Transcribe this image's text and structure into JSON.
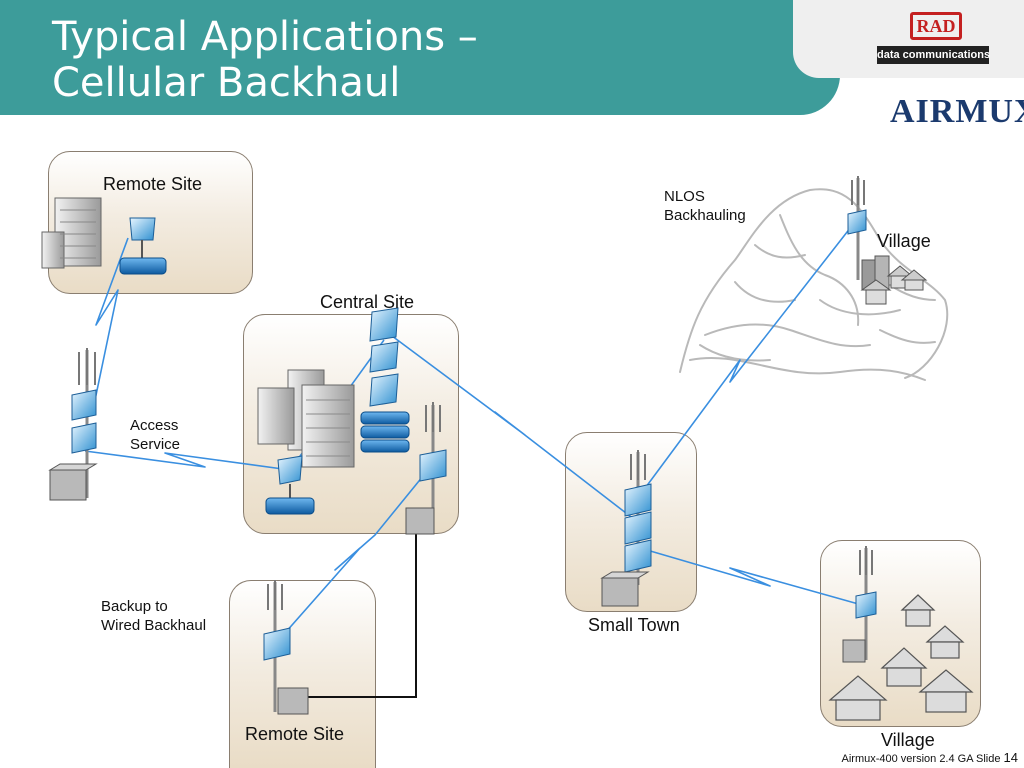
{
  "header": {
    "title_line1": "Typical Applications –",
    "title_line2": "Cellular Backhaul"
  },
  "logos": {
    "rad_mark": "RAD",
    "rad_subtitle": "data communications",
    "airmux": "AIRMUX"
  },
  "labels": {
    "remote_site_top": "Remote Site",
    "central_site": "Central Site",
    "access_service_line1": "Access",
    "access_service_line2": "Service",
    "backup_line1": "Backup to",
    "backup_line2": "Wired Backhaul",
    "remote_site_bottom": "Remote Site",
    "small_town": "Small Town",
    "nlos_line1": "NLOS",
    "nlos_line2": "Backhauling",
    "village_top": "Village",
    "village_bottom": "Village"
  },
  "footer": {
    "text": "Airmux-400 version 2.4 GA Slide",
    "page": "14"
  },
  "colors": {
    "header_bg": "#3d9c9a",
    "link_line": "#3a8fe0",
    "wired_line": "#111111",
    "site_border": "#8a7e70"
  }
}
